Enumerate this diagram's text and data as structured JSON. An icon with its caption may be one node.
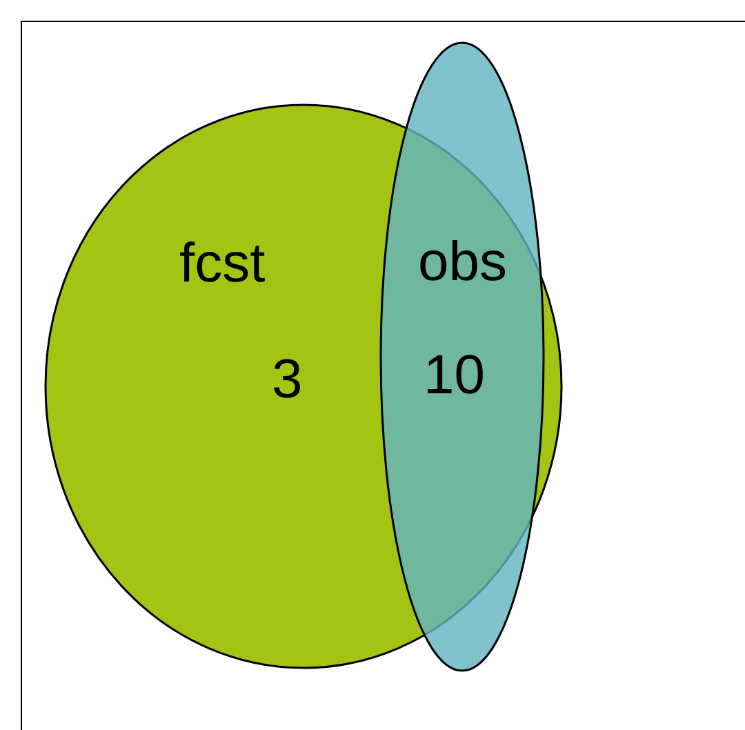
{
  "diagram": {
    "nodes": [
      {
        "text": [
          "fcst",
          "3"
        ]
      },
      {
        "text": [
          "obs",
          "10"
        ]
      }
    ]
  }
}
